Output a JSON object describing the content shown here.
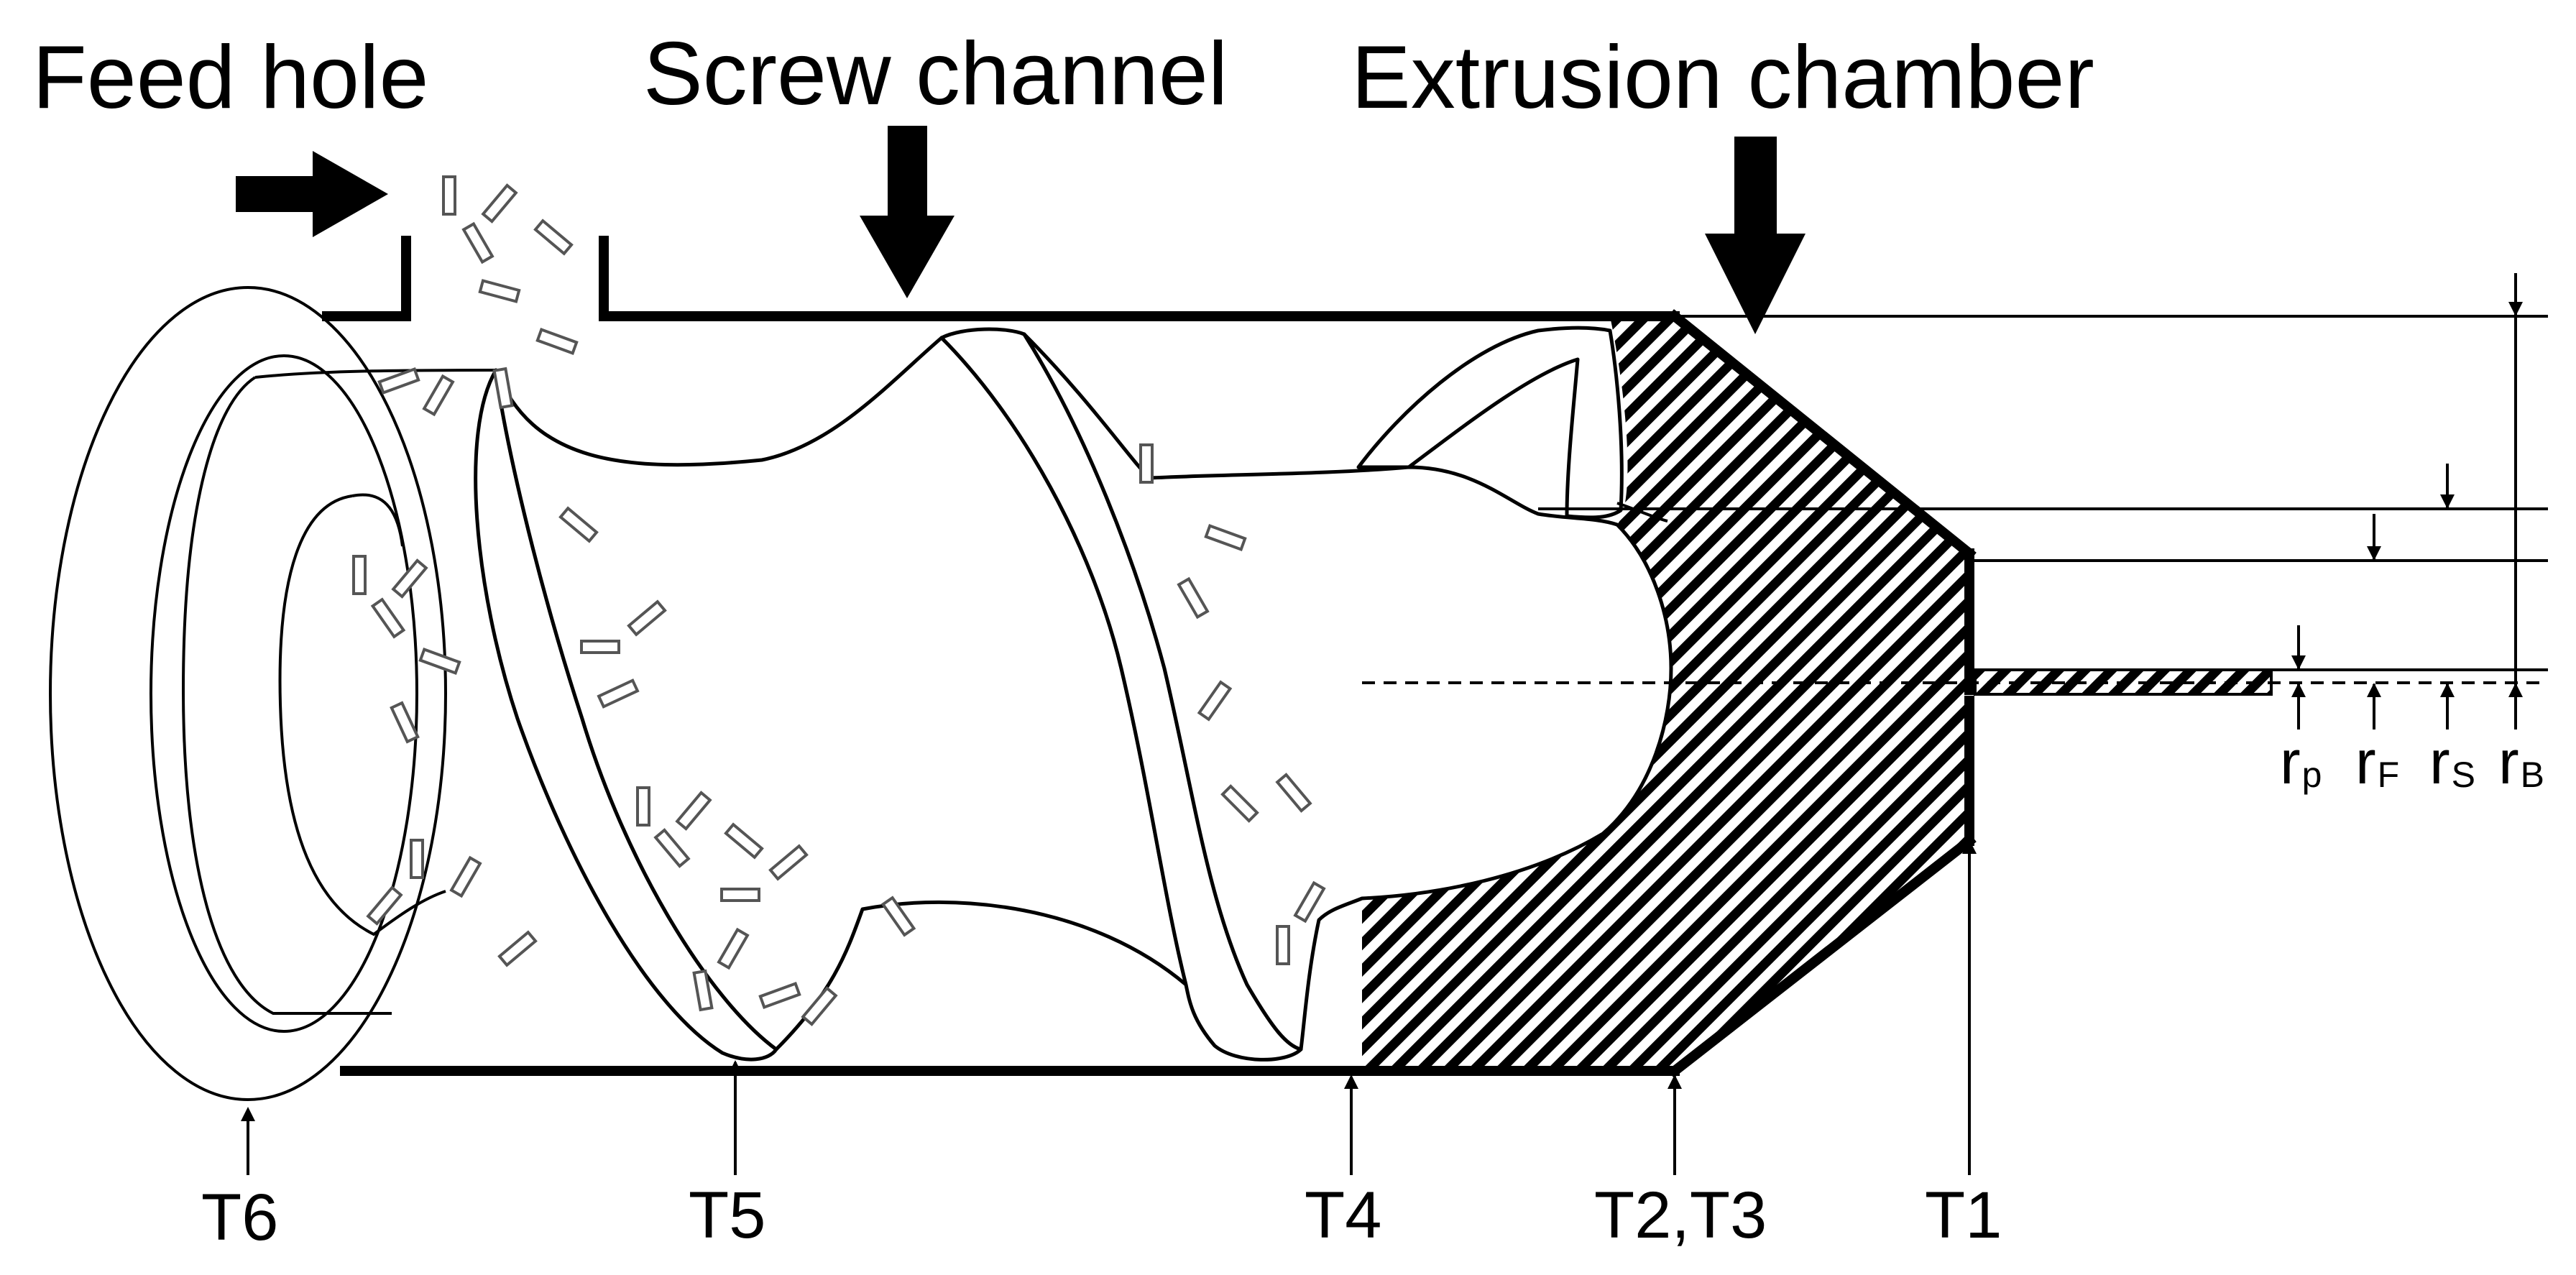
{
  "headings": {
    "feed_hole": "Feed hole",
    "screw_channel": "Screw channel",
    "extrusion_chamber": "Extrusion chamber"
  },
  "temperature_points": {
    "t6": "T6",
    "t5": "T5",
    "t4": "T4",
    "t2_t3": "T2,T3",
    "t1": "T1"
  },
  "radii": {
    "rp": {
      "main": "r",
      "sub": "p"
    },
    "rf": {
      "main": "r",
      "sub": "F"
    },
    "rs": {
      "main": "r",
      "sub": "S"
    },
    "rb": {
      "main": "r",
      "sub": "B"
    }
  },
  "colors": {
    "ink": "#000000",
    "particle": "#555555",
    "background": "#ffffff"
  }
}
